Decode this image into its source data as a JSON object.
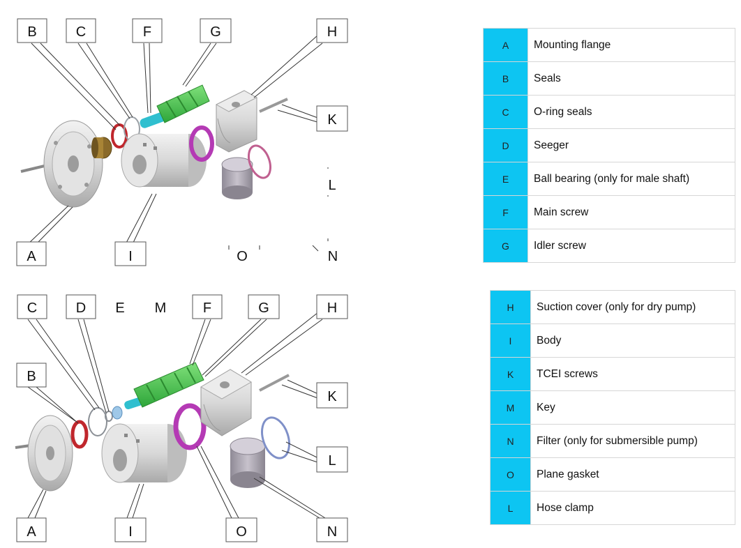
{
  "diagram_top": {
    "labels": [
      "B",
      "C",
      "F",
      "G",
      "H",
      "K",
      "L",
      "A",
      "I",
      "O",
      "N"
    ]
  },
  "diagram_bottom": {
    "labels": [
      "C",
      "D",
      "E",
      "M",
      "F",
      "G",
      "H",
      "B",
      "K",
      "L",
      "A",
      "I",
      "O",
      "N"
    ]
  },
  "colors": {
    "legend_code_bg": "#0dc5f2",
    "screw_green": "#3fc94a",
    "shaft_cyan": "#2fbfcf",
    "seal_red": "#c0272d",
    "gasket_magenta": "#b43ab4",
    "bearing_bronze": "#8a6a2a",
    "metal_grey": "#d9d9d9"
  },
  "legend_1": [
    {
      "code": "A",
      "desc": "Mounting flange"
    },
    {
      "code": "B",
      "desc": "Seals"
    },
    {
      "code": "C",
      "desc": "O-ring seals"
    },
    {
      "code": "D",
      "desc": "Seeger"
    },
    {
      "code": "E",
      "desc": "Ball bearing (only for male shaft)"
    },
    {
      "code": "F",
      "desc": "Main screw"
    },
    {
      "code": "G",
      "desc": "Idler screw"
    }
  ],
  "legend_2": [
    {
      "code": "H",
      "desc": "Suction cover (only for dry pump)"
    },
    {
      "code": "I",
      "desc": "Body"
    },
    {
      "code": "K",
      "desc": "TCEI screws"
    },
    {
      "code": "M",
      "desc": "Key"
    },
    {
      "code": "N",
      "desc": "Filter (only for submersible pump)"
    },
    {
      "code": "O",
      "desc": "Plane gasket"
    },
    {
      "code": "L",
      "desc": "Hose clamp"
    }
  ]
}
